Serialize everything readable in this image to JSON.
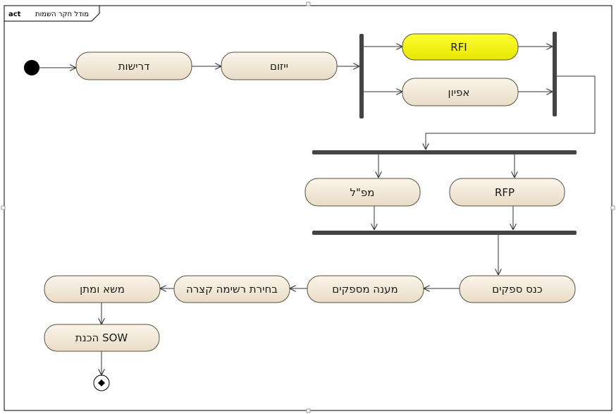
{
  "frame": {
    "keyword": "act",
    "name": "מודל חקר השמות"
  },
  "activities": {
    "requirements": "דרישות",
    "initiation": "ייזום",
    "rfi": "RFI",
    "specification": "אפיון",
    "rfp": "RFP",
    "mapal": "מפ\"ל",
    "vendor_conference": "כנס ספקים",
    "vendor_response": "מענה מספקים",
    "shortlist": "בחירת רשימה קצרה",
    "negotiation": "משא ומתן",
    "sow": "הכנת SOW"
  },
  "colors": {
    "activity_fill": "#f7eddc",
    "activity_fill_dark": "#e8dbc4",
    "highlight_fill": "#ffff00",
    "bar": "#444444",
    "frame_border": "#000000"
  }
}
